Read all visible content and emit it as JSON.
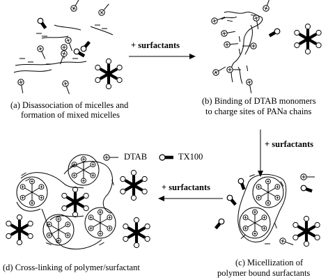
{
  "arrows": {
    "a_to_b": "+ surfactants",
    "b_to_c": "+ surfactants",
    "c_to_d": "+ surfactants"
  },
  "captions": {
    "a_line1": "(a) Disassociation of micelles and",
    "a_line2": "formation of mixed micelles",
    "b_line1": "(b) Binding of DTAB monomers",
    "b_line2": "to charge sites of PANa chains",
    "c_line1": "(c) Micellization of",
    "c_line2": "polymer bound surfactants",
    "d_line1": "(d) Cross-linking of  polymer/surfactant"
  },
  "legend": {
    "dtab": "DTAB",
    "tx100": "TX100"
  }
}
